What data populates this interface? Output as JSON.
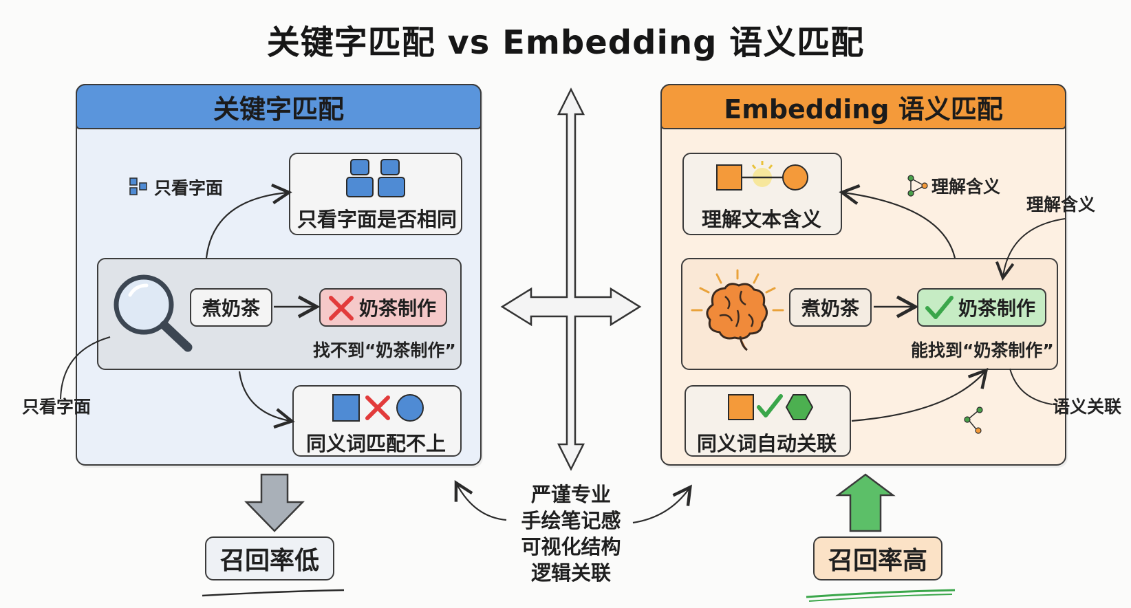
{
  "title": "关键字匹配 vs Embedding 语义匹配",
  "left": {
    "header": "关键字匹配",
    "note_literal": "只看字面",
    "box_top_label": "只看字面是否相同",
    "query_pill": "煮奶茶",
    "result_pill": "奶茶制作",
    "fail_note": "找不到“奶茶制作”",
    "outside_note": "只看字面",
    "box_bottom_label": "同义词匹配不上",
    "result": "召回率低"
  },
  "right": {
    "header": "Embedding 语义匹配",
    "box_top_label": "理解文本含义",
    "note_meaning": "理解含义",
    "outside_note_meaning": "理解含义",
    "query_pill": "煮奶茶",
    "result_pill": "奶茶制作",
    "success_note": "能找到“奶茶制作”",
    "outside_note_relation": "语义关联",
    "box_bottom_label": "同义词自动关联",
    "result": "召回率高"
  },
  "center": {
    "lines": [
      "严谨专业",
      "手绘笔记感",
      "可视化结构",
      "逻辑关联"
    ]
  },
  "colors": {
    "blue": "#5a95dc",
    "orange": "#f49a3a",
    "red_cross": "#e23b3b",
    "green_check": "#3aa64a"
  }
}
